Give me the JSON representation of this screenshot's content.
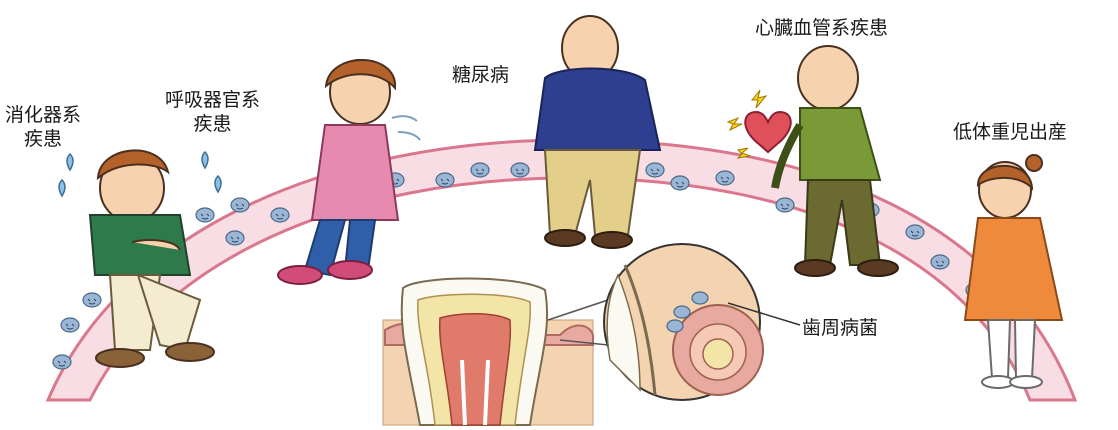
{
  "labels": {
    "digestive_line1": "消化器系",
    "digestive_line2": "疾患",
    "respiratory_line1": "呼吸器官系",
    "respiratory_line2": "疾患",
    "diabetes": "糖尿病",
    "cardiovascular": "心臓血管系疾患",
    "low_birth_weight": "低体重児出産",
    "periodontal_bacteria": "歯周病菌"
  },
  "colors": {
    "band_fill": "#f9dde4",
    "band_edge": "#d9788c",
    "bacteria": "#9ab6d4",
    "heart": "#e0505a",
    "gum": "#e7a9a0",
    "tooth_pulp": "#e07a6a"
  },
  "icons": [
    "bacteria-icon",
    "heart-icon",
    "sweat-drop-icon",
    "lightning-icon",
    "magnifier-circle"
  ]
}
